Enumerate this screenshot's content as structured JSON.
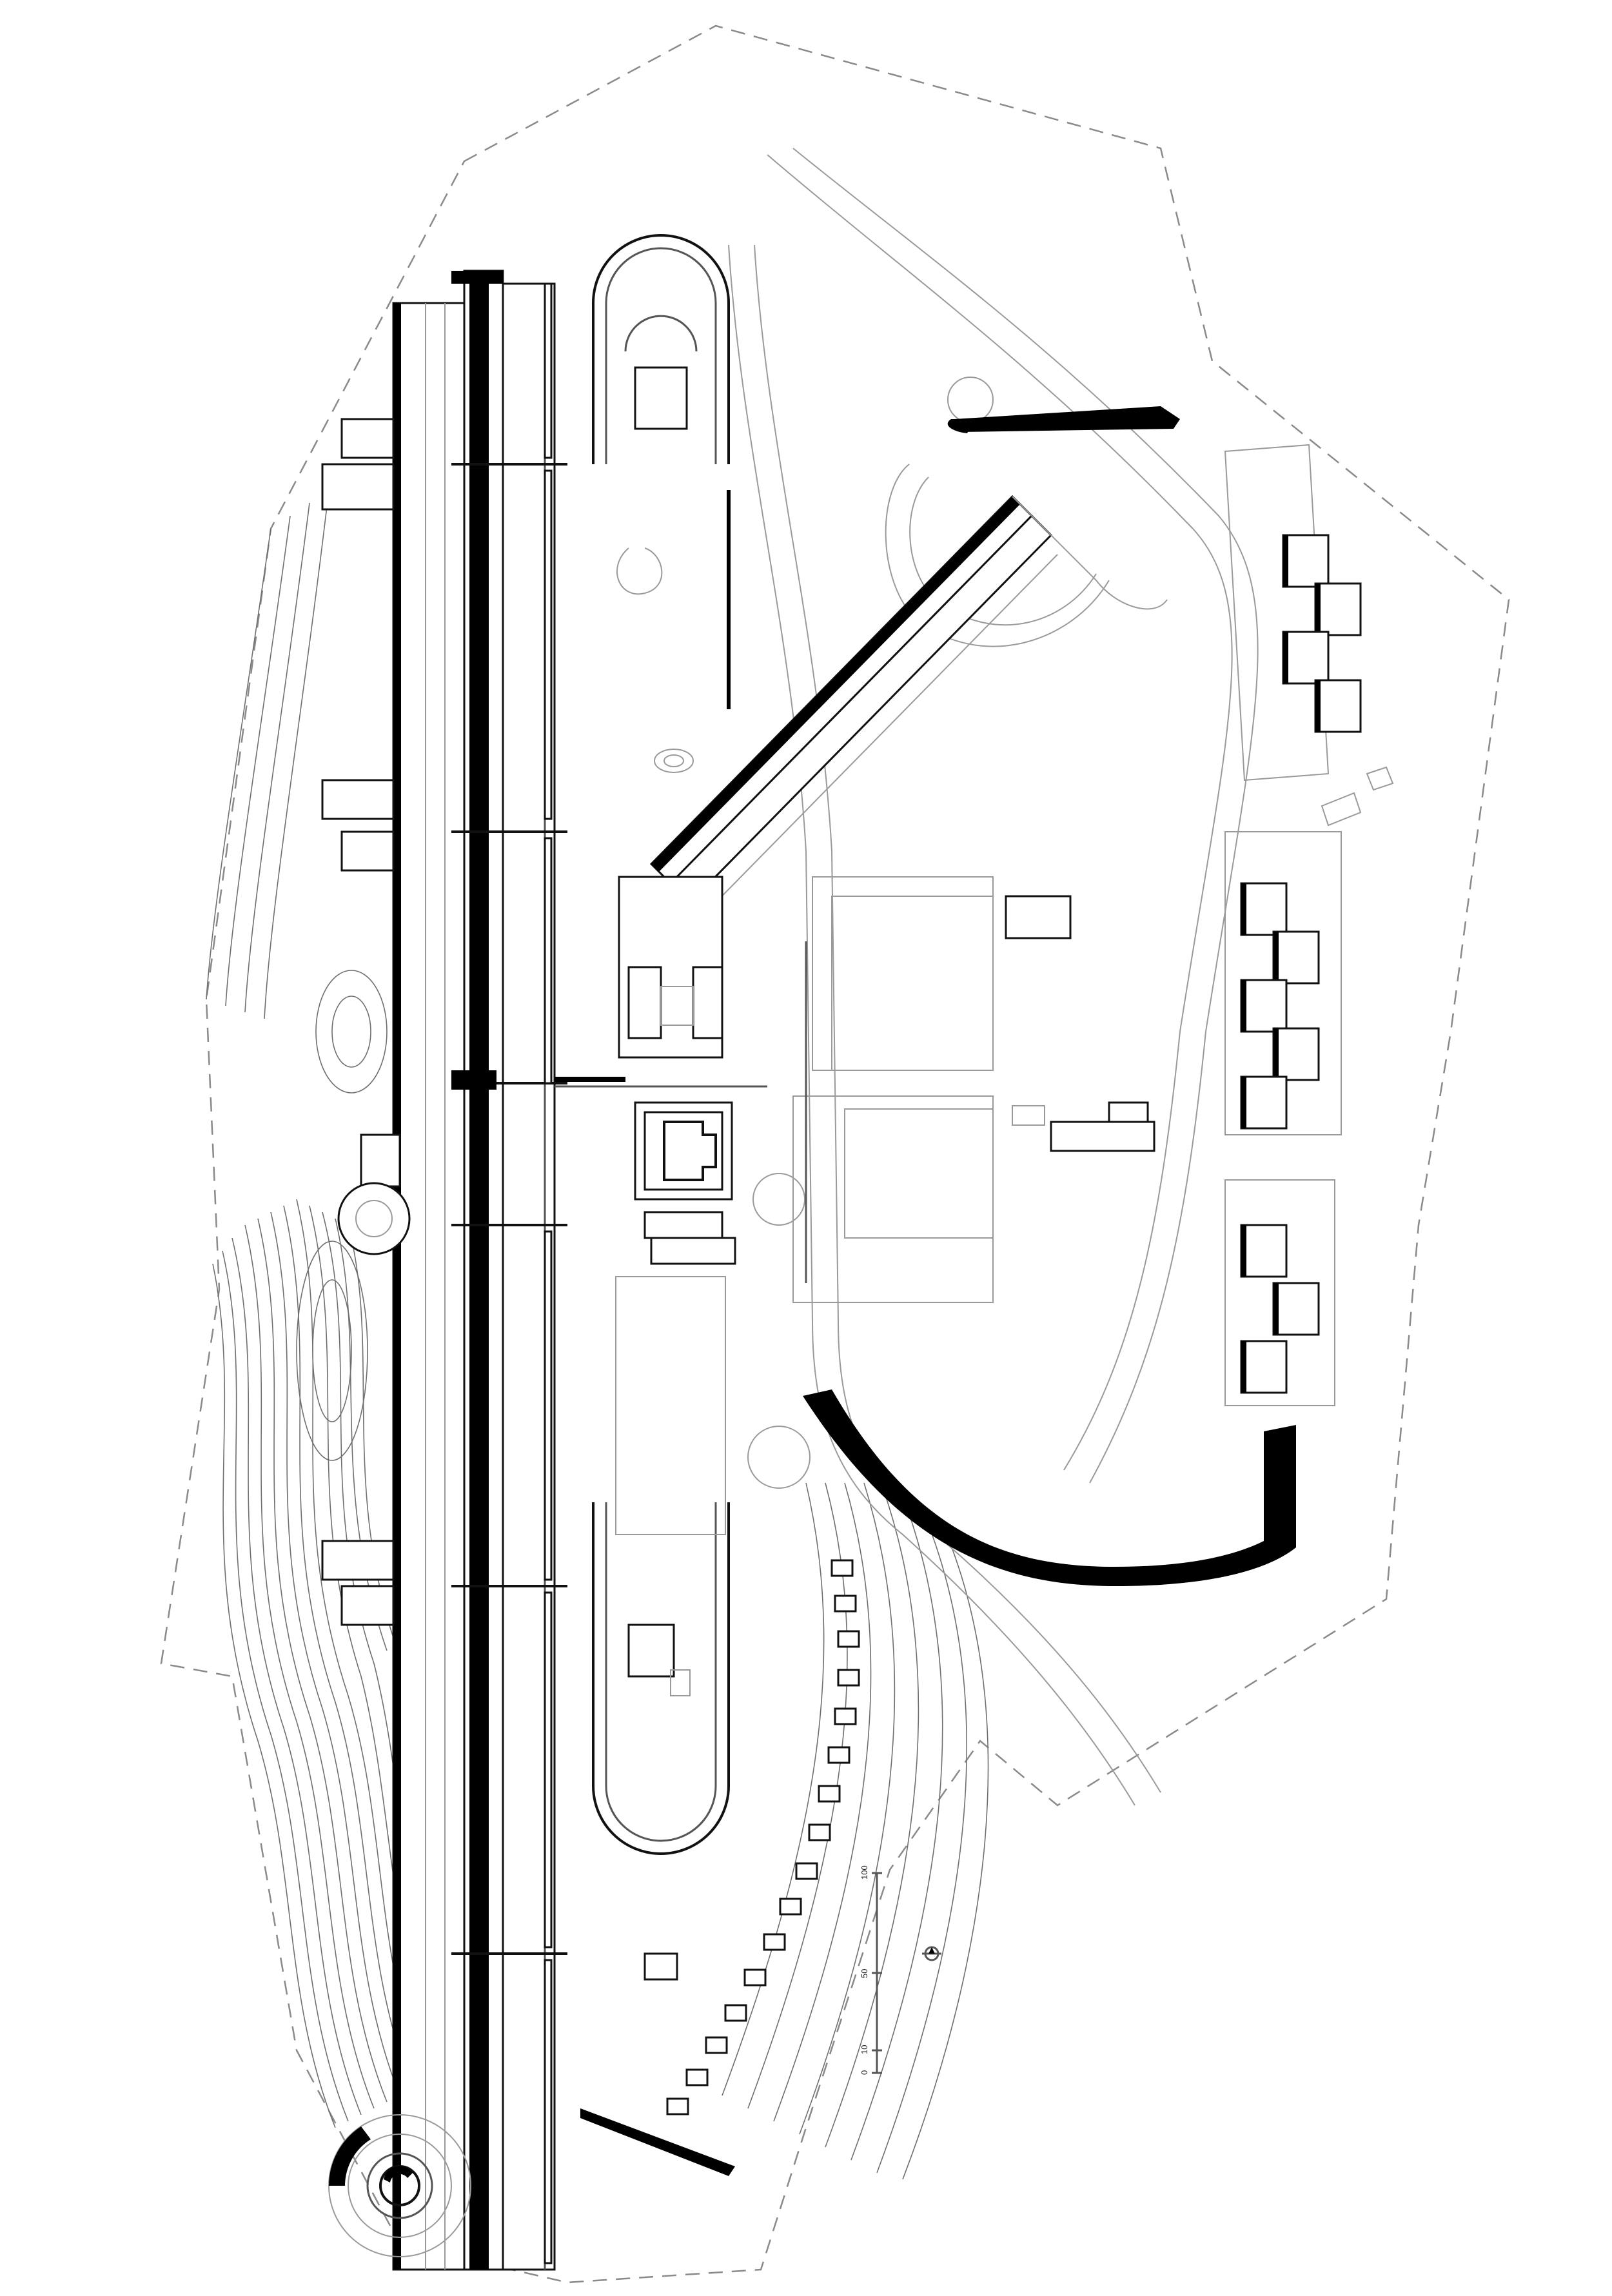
{
  "scale_bar": {
    "ticks": [
      "0",
      "10",
      "50",
      "100"
    ]
  },
  "colors": {
    "ink": "#000000",
    "line": "#9a9a9a",
    "paper": "#ffffff"
  },
  "icons": {
    "north_arrow": "north-arrow-icon"
  }
}
